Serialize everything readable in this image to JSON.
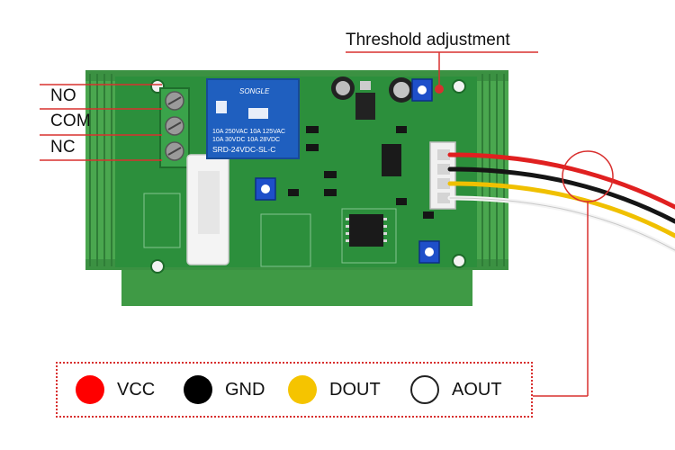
{
  "callout_title": "Threshold adjustment",
  "terminal_labels": [
    "NO",
    "COM",
    "NC"
  ],
  "relay": {
    "brand": "SONGLE",
    "rating_1": "10A 250VAC  10A 125VAC",
    "rating_2": "10A  30VDC  10A  28VDC",
    "model": "SRD-24VDC-SL-C"
  },
  "legend": [
    {
      "label": "VCC",
      "color": "#ff0000"
    },
    {
      "label": "GND",
      "color": "#000000"
    },
    {
      "label": "DOUT",
      "color": "#f5c400"
    },
    {
      "label": "AOUT",
      "color": "#ffffff"
    }
  ],
  "colors": {
    "board": "#2c8f3c",
    "case": "#4aa74f",
    "callout": "#d8302f",
    "relay": "#1f5fbf"
  }
}
